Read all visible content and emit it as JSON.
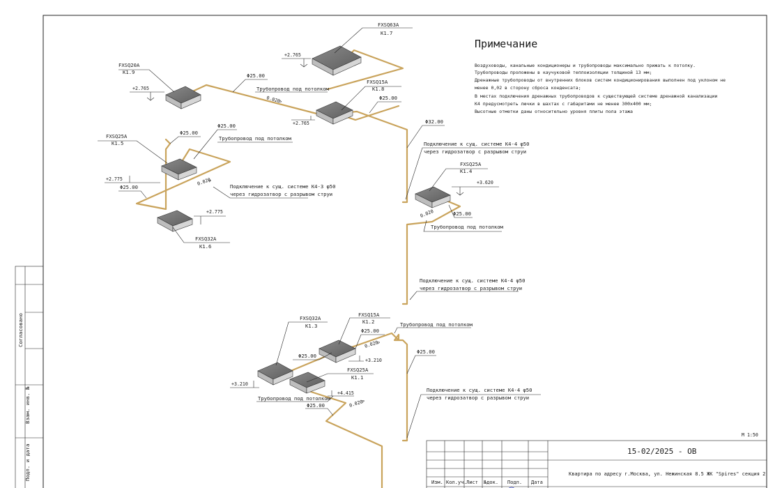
{
  "notes": {
    "title": "Примечание",
    "lines": [
      "Воздуховоды, канальные кондиционеры и трубопроводы максимально прижать к потолку.",
      "Трубопроводы проложены в каучуковой теплоизоляции толщиной 13 мм;",
      "Дренажные трубопроводы от внутренних блоков систем кондиционирования выполнен под уклоном не",
      "менее 0,02 в сторону сброса конденсата;",
      "В местах подключения дренажных трубопроводов к существующей системе дренажной канализации",
      "К4 предусмотреть лючки в шахтах с габаритами не менее 300х400 мм;",
      "Высотные отметки даны относительно уровня плиты пола этажа"
    ]
  },
  "units": {
    "k17": {
      "model": "FXSQ63A",
      "tag": "K1.7",
      "level": "+2.765"
    },
    "k19": {
      "model": "FXSQ20A",
      "tag": "K1.9",
      "level": "+2.765"
    },
    "k18": {
      "model": "FXSQ15A",
      "tag": "K1.8",
      "level": "+2.765",
      "dia": "Φ25.00"
    },
    "k15": {
      "model": "FXSQ25A",
      "tag": "K1.5",
      "level": "+2.775",
      "dia": "Φ25.00"
    },
    "k16": {
      "model": "FXSQ32A",
      "tag": "K1.6",
      "level": "+2.775"
    },
    "k14": {
      "model": "FXSQ25A",
      "tag": "K1.4",
      "level": "+3.620",
      "dia": "Φ25.00"
    },
    "k13": {
      "model": "FXSQ32A",
      "tag": "K1.3",
      "level": "+3.210"
    },
    "k12": {
      "model": "FXSQ15A",
      "tag": "K1.2",
      "level": "+3.210",
      "dia": "Φ25.00"
    },
    "k11": {
      "model": "FXSQ25A",
      "tag": "K1.1",
      "level": "+4.415"
    }
  },
  "labels": {
    "d25_top": "Φ25.00",
    "pipe_ceiling": "Трубопровод под потолком",
    "slope": "0.020",
    "d32": "Φ32.00",
    "conn_k44": "Подключение к сущ. системе К4-4 φ50",
    "trap": "через гидрозатвор с разрывом струи",
    "d25_left_top": "Φ25.00",
    "d25_left_mid": "Φ25.00",
    "d25_left_low": "Φ25.00",
    "conn_k43": "Подключение к сущ. системе К4-3 φ50",
    "d25_bottom_a": "Φ25.00",
    "d25_bottom_b": "Φ25.00",
    "d25_bottom_right": "Φ25.00",
    "d25_k14": "Φ25.00"
  },
  "scale": "М 1:50",
  "side_stamp": {
    "agreed": "Согласовано",
    "inv": "Взам. инв. №",
    "sign_date": "Подп. и дата"
  },
  "stamp": {
    "code": "15-02/2025 - ОВ",
    "address": "Квартира по адресу г.Москва, ул. Нежинская 8.5 ЖК \"Spires\" секция 2",
    "cols": [
      "Изм.",
      "Кол.уч.",
      "Лист",
      "№док.",
      "Подп.",
      "Дата"
    ]
  }
}
